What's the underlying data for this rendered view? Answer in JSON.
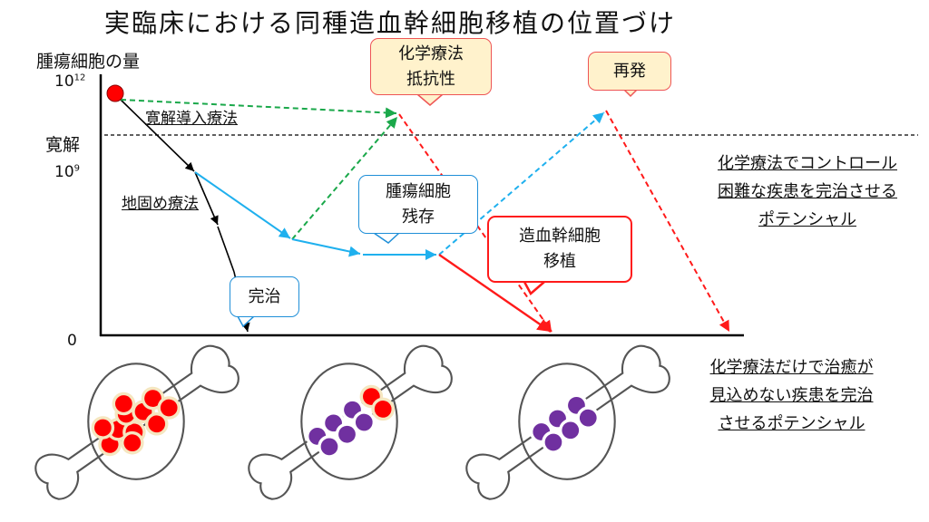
{
  "title": "実臨床における同種造血幹細胞移植の位置づけ",
  "y_axis": {
    "label": "腫瘍細胞の量",
    "ticks": {
      "top": "10",
      "top_exp": "12",
      "remission": "寛解",
      "mid": "10",
      "mid_exp": "9",
      "zero": "0"
    }
  },
  "phases": {
    "induction": "寛解導入療法",
    "consolidation": "地固め療法"
  },
  "callouts": {
    "resistance": [
      "化学療法",
      "抵抗性"
    ],
    "relapse": "再発",
    "residual": [
      "腫瘍細胞",
      "残存"
    ],
    "transplant": [
      "造血幹細胞",
      "移植"
    ],
    "cure": "完治"
  },
  "notes": {
    "upper": [
      "化学療法でコントロール",
      "困難な疾患を完治させる",
      "ポテンシャル"
    ],
    "lower": [
      "化学療法だけで治癒が",
      "見込めない疾患を完治",
      "させるポテンシャル"
    ]
  },
  "colors": {
    "green": "#1aa84a",
    "blue": "#1fb0ee",
    "red": "#ff1a1a",
    "purple": "#7030a0",
    "callout_fill": "#fff2cc"
  }
}
